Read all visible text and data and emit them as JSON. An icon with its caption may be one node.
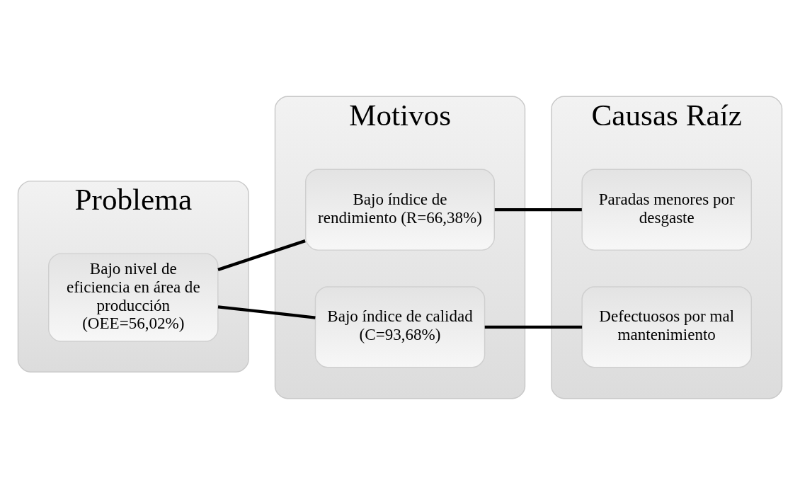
{
  "diagram": {
    "nodes": [
      {
        "text": [
          "Problema"
        ]
      },
      {
        "text": [
          "Motivos"
        ]
      },
      {
        "text": [
          "Causas Raíz"
        ]
      },
      {
        "text": [
          "Bajo nivel de eficiencia en área de producción (OEE=56,02%)"
        ],
        "in": 0
      },
      {
        "text": [
          "Bajo índice de rendimiento (R=66,38%)"
        ],
        "in": 1
      },
      {
        "text": [
          "Bajo índice de calidad (C=93,68%)"
        ],
        "in": 1
      },
      {
        "text": [
          "Paradas menores por desgaste"
        ],
        "in": 2
      },
      {
        "text": [
          "Defectuosos por mal mantenimiento"
        ],
        "in": 2
      }
    ],
    "edges": [
      {
        "from": 3,
        "to": 4,
        "arrow": "none"
      },
      {
        "from": 3,
        "to": 5,
        "arrow": "none"
      },
      {
        "from": 4,
        "to": 6,
        "arrow": "none"
      },
      {
        "from": 5,
        "to": 7,
        "arrow": "none"
      }
    ]
  }
}
